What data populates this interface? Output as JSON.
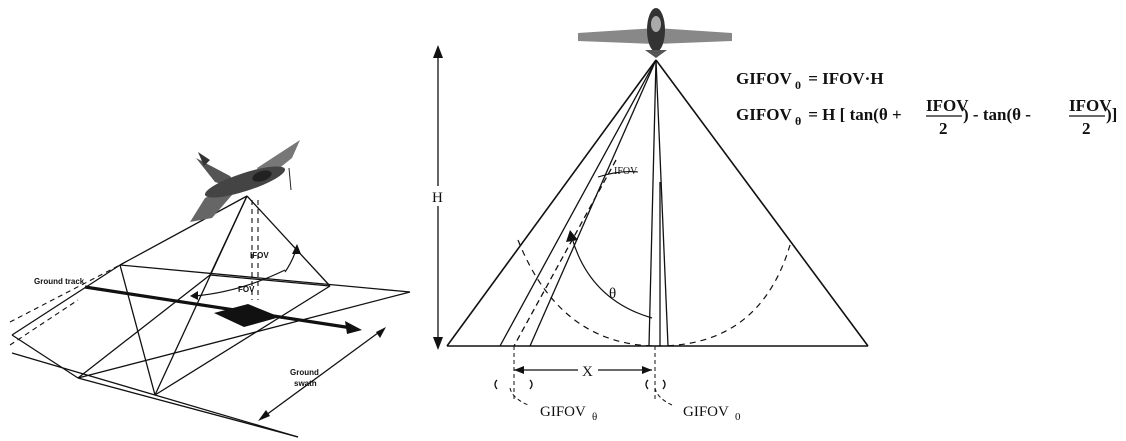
{
  "left": {
    "ground_track": "Ground track",
    "ifov": "IFOV",
    "fov": "FOV",
    "ground_swath_line1": "Ground",
    "ground_swath_line2": "swath"
  },
  "right": {
    "h_label": "H",
    "ifov_label": "IFOV",
    "theta_label": "θ",
    "x_label": "X",
    "gifov_theta": "GIFOV",
    "gifov_theta_sub": "θ",
    "gifov_zero": "GIFOV",
    "gifov_zero_sub": "0"
  },
  "equations": {
    "eq1_lhs": "GIFOV",
    "eq1_sub": "0",
    "eq1_rhs": " = IFOV·H",
    "eq2_lhs": "GIFOV",
    "eq2_sub": "θ",
    "eq2_a": " = H [ tan(θ + ",
    "eq2_frac1_num": "IFOV",
    "eq2_frac1_den": "2",
    "eq2_b": ") - tan(θ - ",
    "eq2_frac2_num": "IFOV",
    "eq2_frac2_den": "2",
    "eq2_c": ")]"
  }
}
